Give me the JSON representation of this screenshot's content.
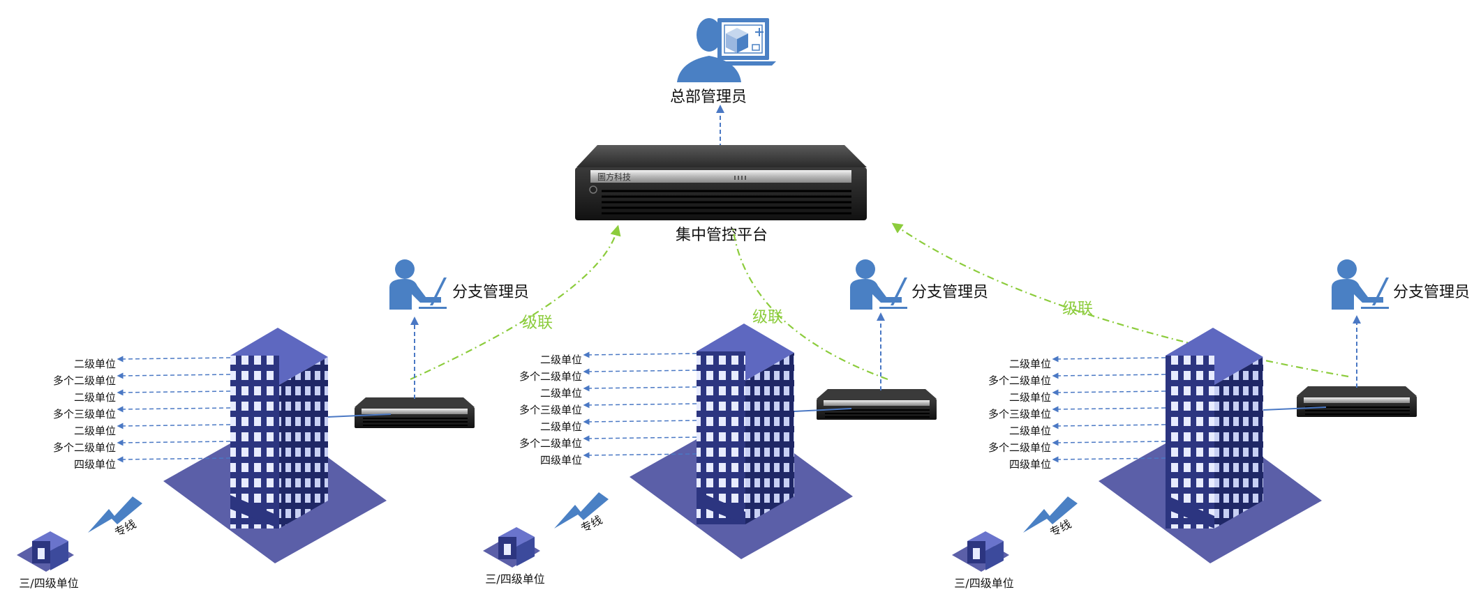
{
  "hq": {
    "admin_label": "总部管理员",
    "platform_label": "集中管控平台",
    "server_brand": "圖方科技"
  },
  "branches": [
    {
      "admin_label": "分支管理员",
      "cascade_label": "级联",
      "units": [
        "二级单位",
        "多个二级单位",
        "二级单位",
        "多个三级单位",
        "二级单位",
        "多个二级单位",
        "四级单位"
      ],
      "line_label": "专线",
      "remote_label": "三/四级单位"
    },
    {
      "admin_label": "分支管理员",
      "cascade_label": "级联",
      "units": [
        "二级单位",
        "多个二级单位",
        "二级单位",
        "多个三级单位",
        "二级单位",
        "多个二级单位",
        "四级单位"
      ],
      "line_label": "专线",
      "remote_label": "三/四级单位"
    },
    {
      "admin_label": "分支管理员",
      "cascade_label": "级联",
      "units": [
        "二级单位",
        "多个二级单位",
        "二级单位",
        "多个三级单位",
        "二级单位",
        "多个二级单位",
        "四级单位"
      ],
      "line_label": "专线",
      "remote_label": "三/四级单位"
    }
  ],
  "colors": {
    "person": "#4a80c4",
    "building": "#3c4a9c",
    "platform": "#5b5fa8",
    "cascade": "#8ccc3c",
    "arrow": "#4a78c4"
  }
}
